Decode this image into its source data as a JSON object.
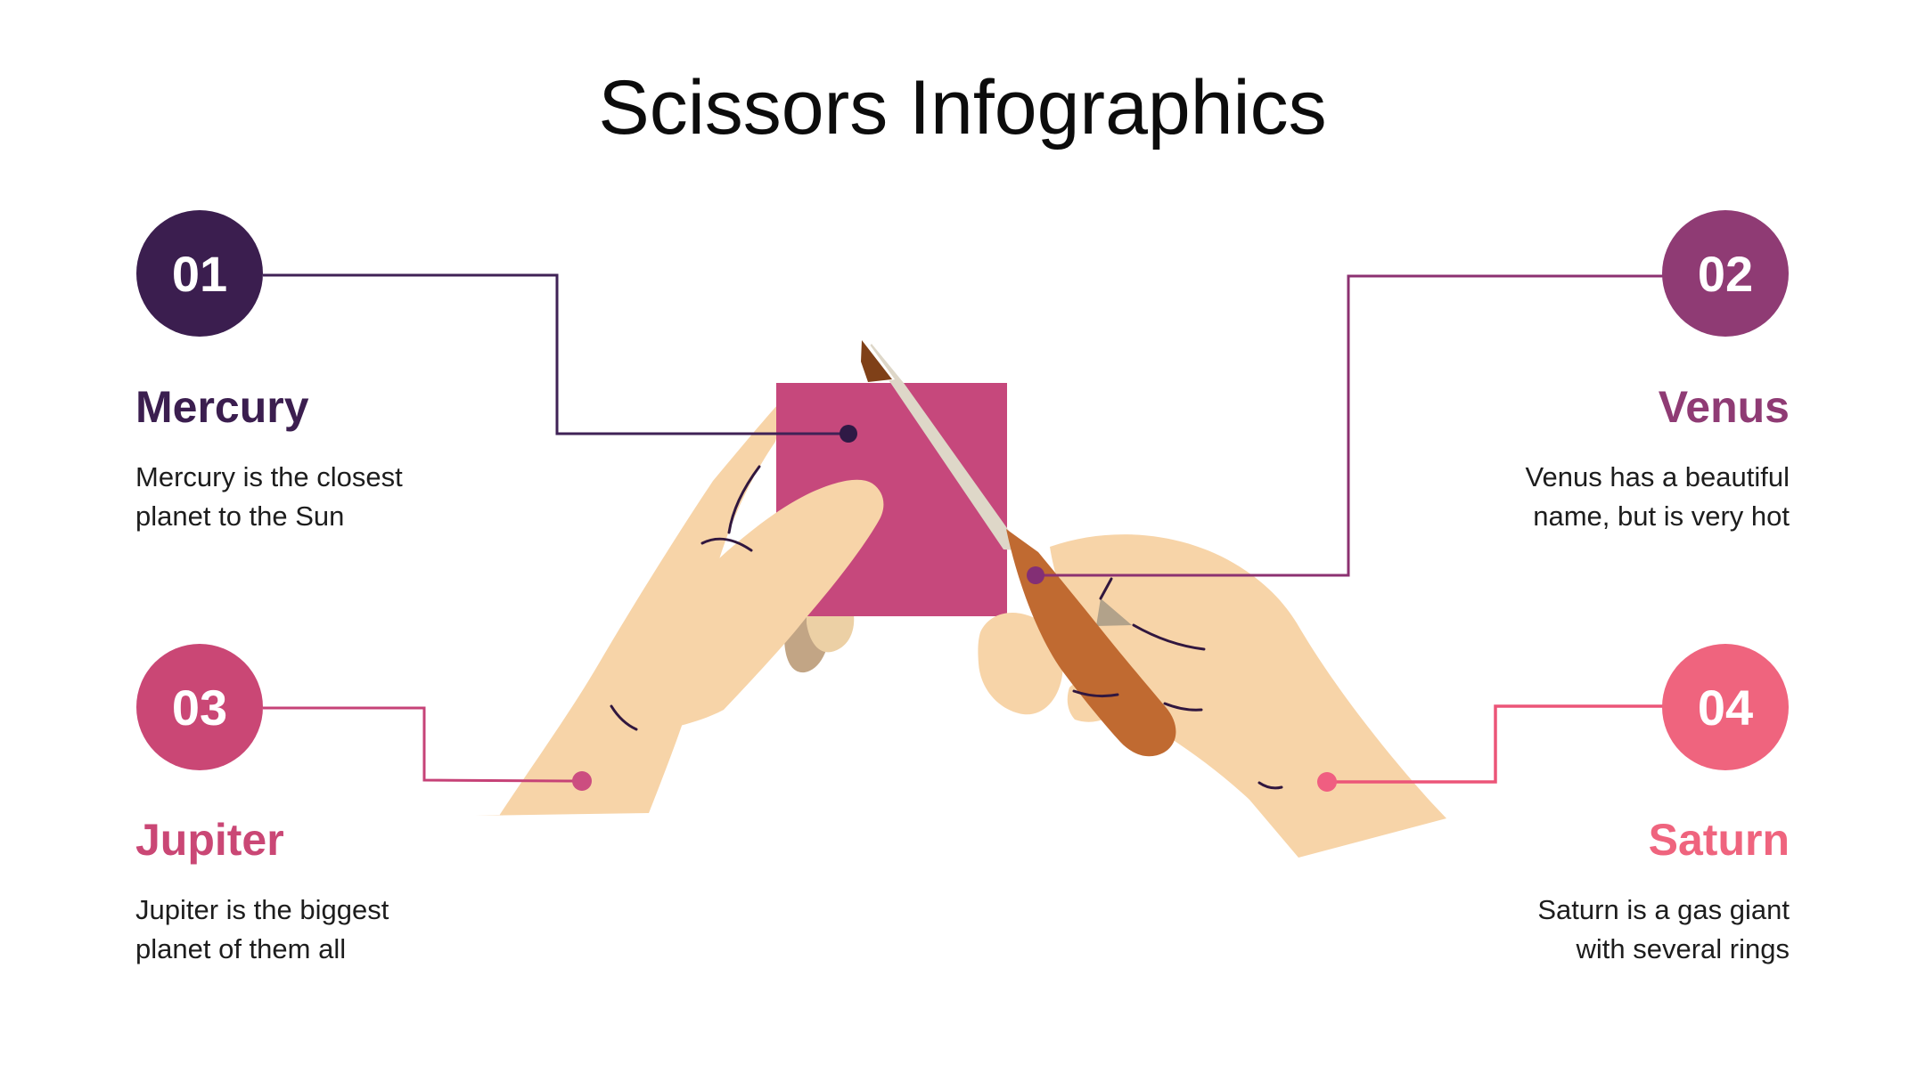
{
  "title": "Scissors Infographics",
  "items": [
    {
      "number": "01",
      "name": "Mercury",
      "description_line1": "Mercury is the closest",
      "description_line2": "planet to the Sun",
      "color": "#3b1e4f",
      "line_color": "#3f2256",
      "dot_color": "#2f1945"
    },
    {
      "number": "02",
      "name": "Venus",
      "description_line1": "Venus has a beautiful",
      "description_line2": "name, but is very hot",
      "color": "#8f3b74",
      "line_color": "#8c3171",
      "dot_color": "#832f75"
    },
    {
      "number": "03",
      "name": "Jupiter",
      "description_line1": "Jupiter is the biggest",
      "description_line2": "planet of them all",
      "color": "#ca4775",
      "line_color": "#c64277",
      "dot_color": "#cc4d80"
    },
    {
      "number": "04",
      "name": "Saturn",
      "description_line1": "Saturn is a gas giant",
      "description_line2": "with several rings",
      "color": "#ef647e",
      "line_color": "#ec5578",
      "dot_color": "#f05e81"
    }
  ],
  "illustration": {
    "colors": {
      "skin": "#f7d4a8",
      "paper": "#c6487c",
      "blade": "#ded7c8",
      "blade_tip": "#7f4018",
      "blade_gap": "#ffffff",
      "handle": "#c06a31",
      "heel_triangle": "#b2a28a",
      "finger_shadow_dark": "#c2a585",
      "finger_shadow_light": "#ecd0a5",
      "crease": "#31173f"
    }
  }
}
